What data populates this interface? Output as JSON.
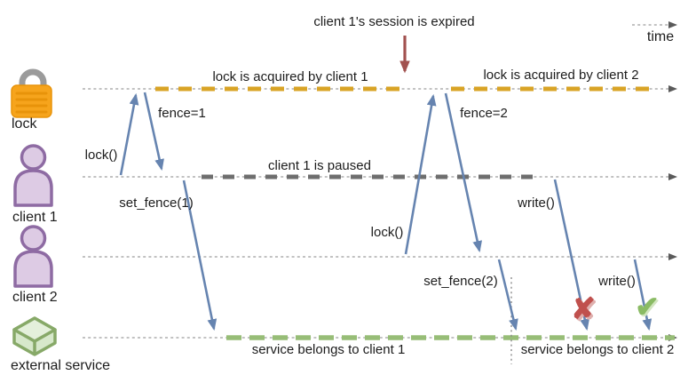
{
  "annotations": {
    "session_expired": "client 1's session is expired",
    "time": "time"
  },
  "lanes": {
    "lock": {
      "label": "lock"
    },
    "client1": {
      "label": "client 1"
    },
    "client2": {
      "label": "client 2"
    },
    "service": {
      "label": "external service"
    }
  },
  "segments": {
    "lock_client1": "lock is acquired by client 1",
    "lock_client2": "lock is acquired by client 2",
    "client1_paused": "client 1 is paused",
    "service_client1": "service belongs to client 1",
    "service_client2": "service belongs to client 2"
  },
  "messages": {
    "lock1": "lock()",
    "fence1": "fence=1",
    "set_fence1": "set_fence(1)",
    "lock2": "lock()",
    "fence2": "fence=2",
    "set_fence2": "set_fence(2)",
    "write1": "write()",
    "write2": "write()"
  },
  "marks": {
    "fail": "✘",
    "success": "✔"
  },
  "colors": {
    "lock_segment": "#d9a426",
    "paused_segment": "#6e6e6e",
    "service_segment": "#97bd77",
    "message_arrow": "#6684b0",
    "expired_arrow": "#a25250",
    "fail_mark": "#c0504d",
    "success_mark": "#8abb64",
    "timeline": "#9e9e9e"
  }
}
